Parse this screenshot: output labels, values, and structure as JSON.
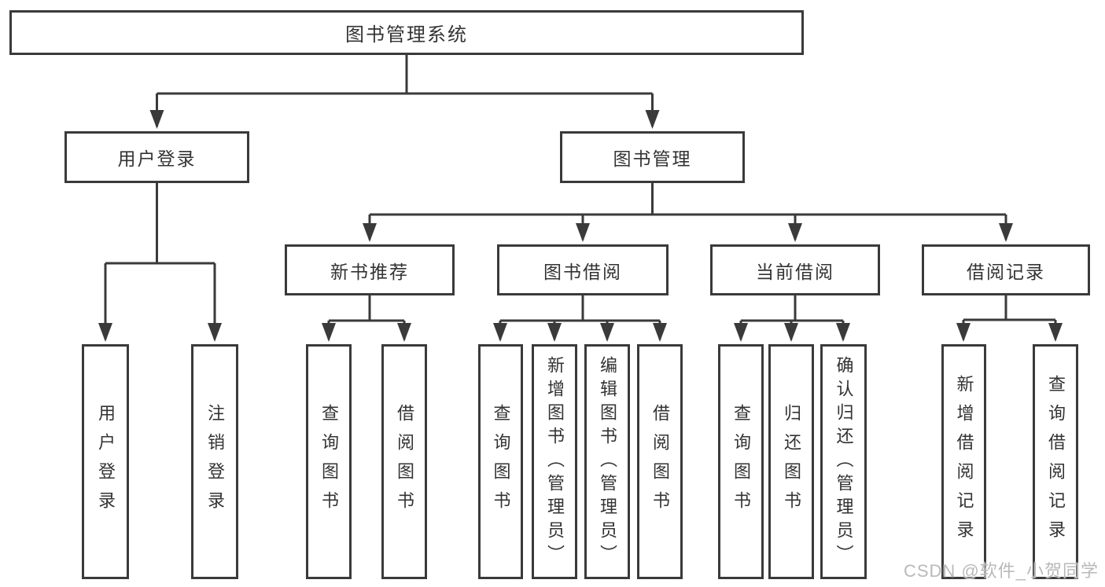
{
  "tree": {
    "root": {
      "label": "图书管理系统"
    },
    "level2": [
      {
        "label": "用户登录"
      },
      {
        "label": "图书管理"
      }
    ],
    "level3": [
      {
        "label": "新书推荐"
      },
      {
        "label": "图书借阅"
      },
      {
        "label": "当前借阅"
      },
      {
        "label": "借阅记录"
      }
    ],
    "leaves": {
      "login": [
        "用户登录",
        "注销登录"
      ],
      "newbook": [
        "查询图书",
        "借阅图书"
      ],
      "borrow": [
        "查询图书",
        "新增图书（管理员）",
        "编辑图书（管理员）",
        "借阅图书"
      ],
      "current": [
        "查询图书",
        "归还图书",
        "确认归还（管理员）"
      ],
      "records": [
        "新增借阅记录",
        "查询借阅记录"
      ]
    }
  },
  "watermark": {
    "text": "CSDN @软件_小贺同学",
    "color": "#b9b9b9"
  },
  "colors": {
    "line": "#3a3a3a",
    "text": "#333333",
    "background": "#ffffff"
  }
}
